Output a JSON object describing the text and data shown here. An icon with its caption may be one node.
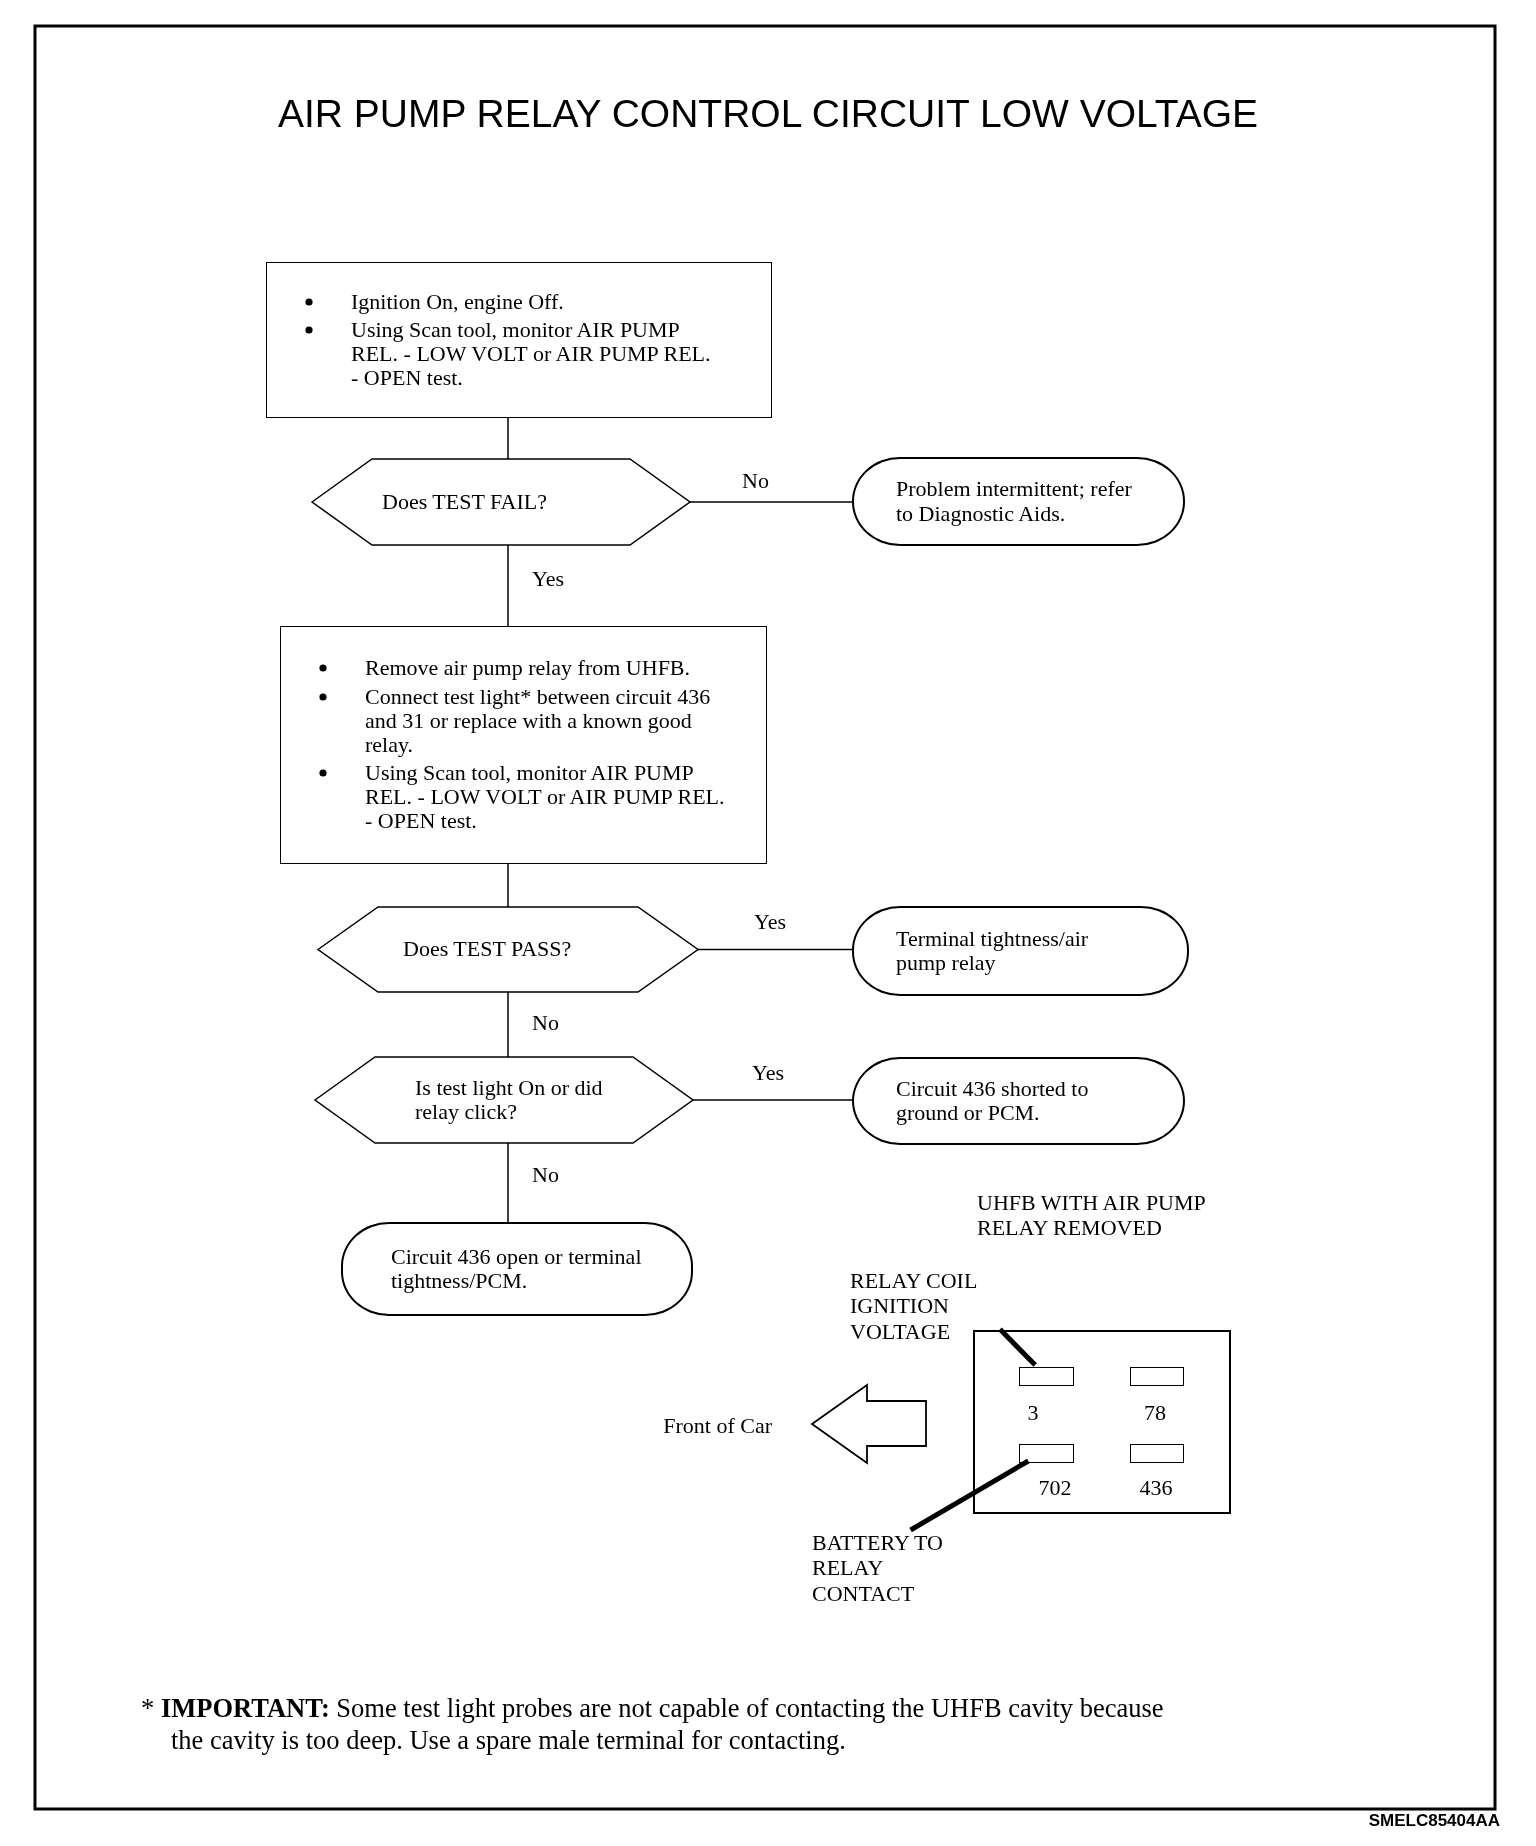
{
  "diagram": {
    "title": "AIR PUMP RELAY CONTROL CIRCUIT LOW VOLTAGE",
    "nodes": [
      {
        "text": [
          "Ignition On, engine Off.",
          "Using Scan tool, monitor AIR PUMP REL. - LOW VOLT or AIR PUMP REL. - OPEN test."
        ]
      },
      {
        "text": [
          "Does TEST FAIL?"
        ]
      },
      {
        "text": [
          "Problem intermittent; refer to Diagnostic Aids."
        ]
      },
      {
        "text": [
          "Remove air pump relay from UHFB.",
          "Connect test light* between circuit 436 and 31 or replace with a known good relay.",
          "Using Scan tool, monitor AIR PUMP REL. - LOW VOLT or AIR PUMP REL. - OPEN test."
        ]
      },
      {
        "text": [
          "Does TEST PASS?"
        ]
      },
      {
        "text": [
          "Terminal tightness/air pump relay"
        ]
      },
      {
        "text": [
          "Is test light On or did relay click?"
        ]
      },
      {
        "text": [
          "Circuit 436 shorted to ground or PCM."
        ]
      },
      {
        "text": [
          "Circuit 436 open or terminal tightness/PCM."
        ]
      },
      {
        "text": [
          "RELAY COIL IGNITION VOLTAGE"
        ]
      },
      {
        "text": [],
        "shape": "box"
      },
      {
        "text": [],
        "shape": "box",
        "in": 10
      },
      {
        "text": [],
        "shape": "box",
        "in": 10
      },
      {
        "text": [],
        "shape": "box",
        "in": 10
      },
      {
        "text": [],
        "shape": "box",
        "in": 10
      },
      {
        "text": [
          "BATTERY TO RELAY CONTACT"
        ]
      }
    ],
    "edges": [
      {
        "from": 0,
        "to": 1,
        "arrow": "none"
      },
      {
        "from": 1,
        "to": 2,
        "arrow": "none",
        "label": "No"
      },
      {
        "from": 1,
        "to": 3,
        "arrow": "none",
        "label": "Yes"
      },
      {
        "from": 3,
        "to": 4,
        "arrow": "none"
      },
      {
        "from": 4,
        "to": 5,
        "arrow": "none",
        "label": "Yes"
      },
      {
        "from": 4,
        "to": 6,
        "arrow": "none",
        "label": "No"
      },
      {
        "from": 6,
        "to": 7,
        "arrow": "none",
        "label": "Yes"
      },
      {
        "from": 6,
        "to": 8,
        "arrow": "none",
        "label": "No"
      },
      {
        "from": 9,
        "to": 11,
        "arrow": "none",
        "style": "thick"
      },
      {
        "from": 15,
        "to": 13,
        "arrow": "none",
        "style": "thick"
      }
    ],
    "labels": [
      "UHFB WITH AIR PUMP RELAY REMOVED",
      "Front of Car",
      "3",
      "78",
      "702",
      "436",
      "* **IMPORTANT:** Some test light probes are not capable of contacting the UHFB cavity because the cavity is too deep. Use a spare male terminal for contacting.",
      "SMELC85404AA"
    ]
  }
}
